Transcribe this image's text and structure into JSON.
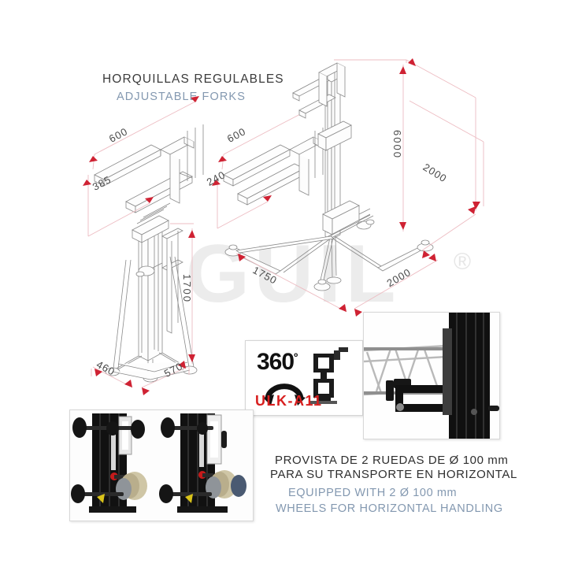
{
  "headings": {
    "spanish": "HORQUILLAS REGULABLES",
    "english": "ADJUSTABLE FORKS"
  },
  "watermark": {
    "text": "GUIL",
    "registered": "®"
  },
  "dimensions": {
    "fork_left_length": "600",
    "fork_left_width": "385",
    "fork_right_length": "600",
    "fork_right_width": "240",
    "tower_height": "6000",
    "base_depth_right": "2000",
    "base_width_front": "2000",
    "base_span": "1750",
    "lift_height": "1700",
    "base_width_left": "460",
    "base_width_right": "570"
  },
  "badge": {
    "rotation": "360",
    "degree_symbol": "º",
    "product_code": "ULK-A11"
  },
  "captions": {
    "es_line1": "PROVISTA DE 2 RUEDAS DE Ø 100 mm",
    "es_line2": "PARA SU TRANSPORTE  EN HORIZONTAL",
    "en_line1": "EQUIPPED WITH 2  Ø 100 mm",
    "en_line2": "WHEELS FOR HORIZONTAL HANDLING"
  },
  "colors": {
    "dimension_red": "#cf2233",
    "dimension_line": "#edbcc2",
    "english_blue": "#8398b0",
    "brand_red": "#d81f1f",
    "line_art": "#8a8a8a"
  }
}
